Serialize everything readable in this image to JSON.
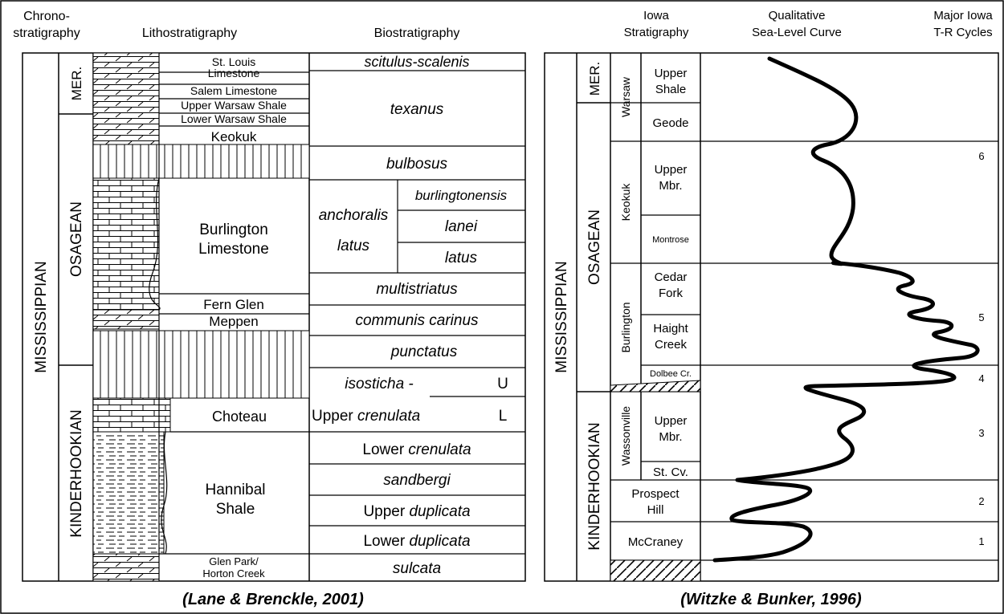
{
  "left": {
    "headers": {
      "chrono": [
        "Chrono-",
        "stratigraphy"
      ],
      "litho": "Lithostratigraphy",
      "bio": "Biostratigraphy"
    },
    "system": "MISSISSIPPIAN",
    "series": [
      "MER.",
      "OSAGEAN",
      "KINDERHOOKIAN"
    ],
    "units": {
      "st_louis": [
        "St. Louis",
        "Limestone"
      ],
      "salem": "Salem Limestone",
      "upper_warsaw": "Upper Warsaw Shale",
      "lower_warsaw": "Lower Warsaw Shale",
      "keokuk": "Keokuk",
      "burlington": [
        "Burlington",
        "Limestone"
      ],
      "fern_glen": "Fern Glen",
      "meppen": "Meppen",
      "choteau": "Choteau",
      "hannibal": [
        "Hannibal",
        "Shale"
      ],
      "glen_park": [
        "Glen Park/",
        "Horton Creek"
      ]
    },
    "zones": {
      "scitulus": "scitulus-scalenis",
      "texanus": "texanus",
      "bulbosus": "bulbosus",
      "anchoralis": "anchoralis",
      "latus_group": "latus",
      "burlingtonensis": "burlingtonensis",
      "lanei": "lanei",
      "latus": "latus",
      "multistriatus": "multistriatus",
      "communis": "communis carinus",
      "punctatus": "punctatus",
      "isosticha": "isosticha -",
      "u": "U",
      "l": "L",
      "upper_crenulata_prefix": "Upper ",
      "crenulata": "crenulata",
      "lower_prefix": "Lower ",
      "sandbergi": "sandbergi",
      "upper_prefix": "Upper ",
      "duplicata": "duplicata",
      "sulcata": "sulcata"
    },
    "caption": "(Lane & Brenckle, 2001)"
  },
  "right": {
    "headers": {
      "iowa": [
        "Iowa",
        "Stratigraphy"
      ],
      "curve": [
        "Qualitative",
        "Sea-Level Curve"
      ],
      "cycles": [
        "Major Iowa",
        "T-R Cycles"
      ]
    },
    "system": "MISSISSIPPIAN",
    "series": [
      "MER.",
      "OSAGEAN",
      "KINDERHOOKIAN"
    ],
    "formations": [
      "Warsaw",
      "Keokuk",
      "Burlington",
      "Wassonville"
    ],
    "members": {
      "upper_shale": [
        "Upper",
        "Shale"
      ],
      "geode": "Geode",
      "keokuk_upper": [
        "Upper",
        "Mbr."
      ],
      "montrose": "Montrose",
      "cedar_fork": [
        "Cedar",
        "Fork"
      ],
      "haight_creek": [
        "Haight",
        "Creek"
      ],
      "dolbee": "Dolbee Cr.",
      "wass_upper": [
        "Upper",
        "Mbr."
      ],
      "st_cv": "St. Cv.",
      "prospect_hill": [
        "Prospect",
        "Hill"
      ],
      "mccraney": "McCraney"
    },
    "cycles": [
      "6",
      "5",
      "4",
      "3",
      "2",
      "1"
    ],
    "caption": "(Witzke & Bunker, 1996)"
  }
}
